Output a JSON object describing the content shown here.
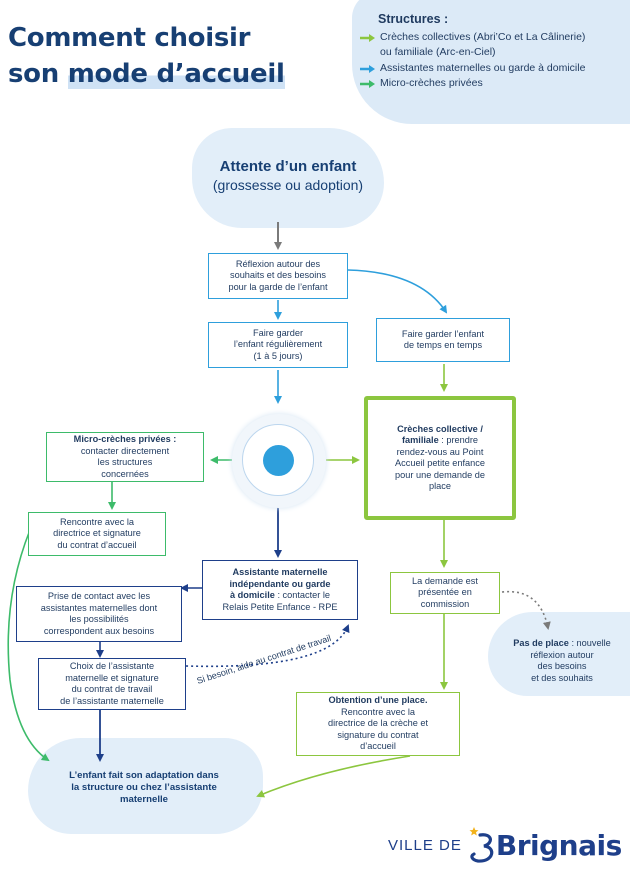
{
  "title": {
    "line1": "Comment choisir",
    "line2_plain": "son ",
    "line2_highlight": "mode d’accueil"
  },
  "legend": {
    "title": "Structures :",
    "items": [
      {
        "text_line1": "Crèches collectives (Abri’Co et La Câlinerie)",
        "text_line2": "ou familiale (Arc-en-Ciel)",
        "color": "#8cc63f"
      },
      {
        "text_line1": "Assistantes maternelles ou garde à domicile",
        "text_line2": "",
        "color": "#2e9fdc"
      },
      {
        "text_line1": "Micro-crèches privées",
        "text_line2": "",
        "color": "#3dbb6a"
      }
    ]
  },
  "colors": {
    "lime": "#8cc63f",
    "light_blue": "#2e9fdc",
    "green": "#3dbb6a",
    "navy": "#1e3f8a",
    "gray": "#7a7a7a",
    "blob": "#e2eef9"
  },
  "flow": {
    "start": {
      "line1": "Attente d’un enfant",
      "line2": "(grossesse ou adoption)"
    },
    "reflexion": {
      "l1": "Réflexion autour des",
      "l2": "souhaits et des besoins",
      "l3": "pour la garde de l’enfant"
    },
    "regulier": {
      "l1": "Faire garder",
      "l2": "l’enfant régulièrement",
      "l3": "(1 à 5 jours)"
    },
    "temps": {
      "l1": "Faire garder l’enfant",
      "l2": "de temps en temps"
    },
    "micro": {
      "bold": "Micro-crèches privées :",
      "l2": "contacter directement",
      "l3": "les structures",
      "l4": "concernées"
    },
    "creches": {
      "bold1": "Crèches collective /",
      "bold2": "familiale",
      "rest1": " : prendre",
      "l3": "rendez-vous au Point",
      "l4": "Accueil petite enfance",
      "l5": "pour une demande de",
      "l6": "place"
    },
    "rencontre": {
      "l1": "Rencontre avec la",
      "l2": "directrice et signature",
      "l3": "du contrat d’accueil"
    },
    "assistante": {
      "bold1": "Assistante maternelle",
      "bold2": "indépendante ou garde",
      "bold3": "à domicile",
      "rest3": " : contacter le",
      "l4": "Relais Petite Enfance - RPE"
    },
    "commission": {
      "l1": "La demande est",
      "l2": "présentée en",
      "l3": "commission"
    },
    "contact": {
      "l1": "Prise de contact avec les",
      "l2": "assistantes maternelles dont",
      "l3": "les possibilités",
      "l4": "correspondent aux besoins"
    },
    "pasplace": {
      "bold": "Pas de place",
      "rest1": " : nouvelle",
      "l2": "réflexion autour",
      "l3": "des besoins",
      "l4": "et des souhaits"
    },
    "choix": {
      "l1": "Choix de l’assistante",
      "l2": "maternelle et signature",
      "l3": "du contrat de travail",
      "l4": "de l’assistante maternelle"
    },
    "aide": "Si besoin, aide au contrat de travail",
    "obtention": {
      "bold": "Obtention d’une place.",
      "l2": "Rencontre avec la",
      "l3": "directrice de la crèche et",
      "l4": "signature du contrat",
      "l5": "d’accueil"
    },
    "adaptation": {
      "l1": "L’enfant fait son adaptation dans",
      "l2": "la structure ou chez l’assistante",
      "l3": "maternelle"
    }
  },
  "brand": {
    "ville": "VILLE DE",
    "name": "Brignais"
  }
}
